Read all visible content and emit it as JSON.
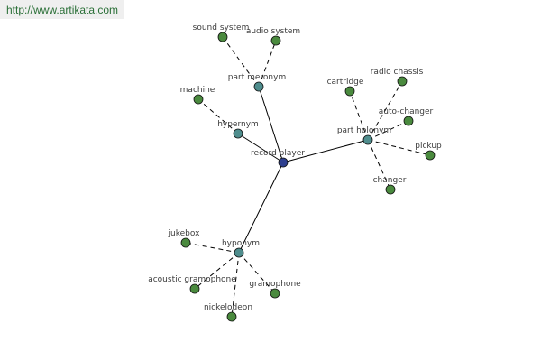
{
  "source": {
    "url": "http://www.artikata.com"
  },
  "colors": {
    "center": "#2e3f8f",
    "relation": "#4f8d8d",
    "term": "#4a8a3e"
  },
  "graph": {
    "center": "record player",
    "relations": [
      {
        "id": "part-meronym",
        "label": "part meronym",
        "children": [
          "sound system",
          "audio system"
        ]
      },
      {
        "id": "hypernym",
        "label": "hypernym",
        "children": [
          "machine"
        ]
      },
      {
        "id": "part-holonym",
        "label": "part holonym",
        "children": [
          "cartridge",
          "radio chassis",
          "auto-changer",
          "pickup",
          "changer"
        ]
      },
      {
        "id": "hyponym",
        "label": "hyponym",
        "children": [
          "jukebox",
          "acoustic gramophone",
          "gramophone",
          "nickelodeon"
        ]
      }
    ]
  }
}
